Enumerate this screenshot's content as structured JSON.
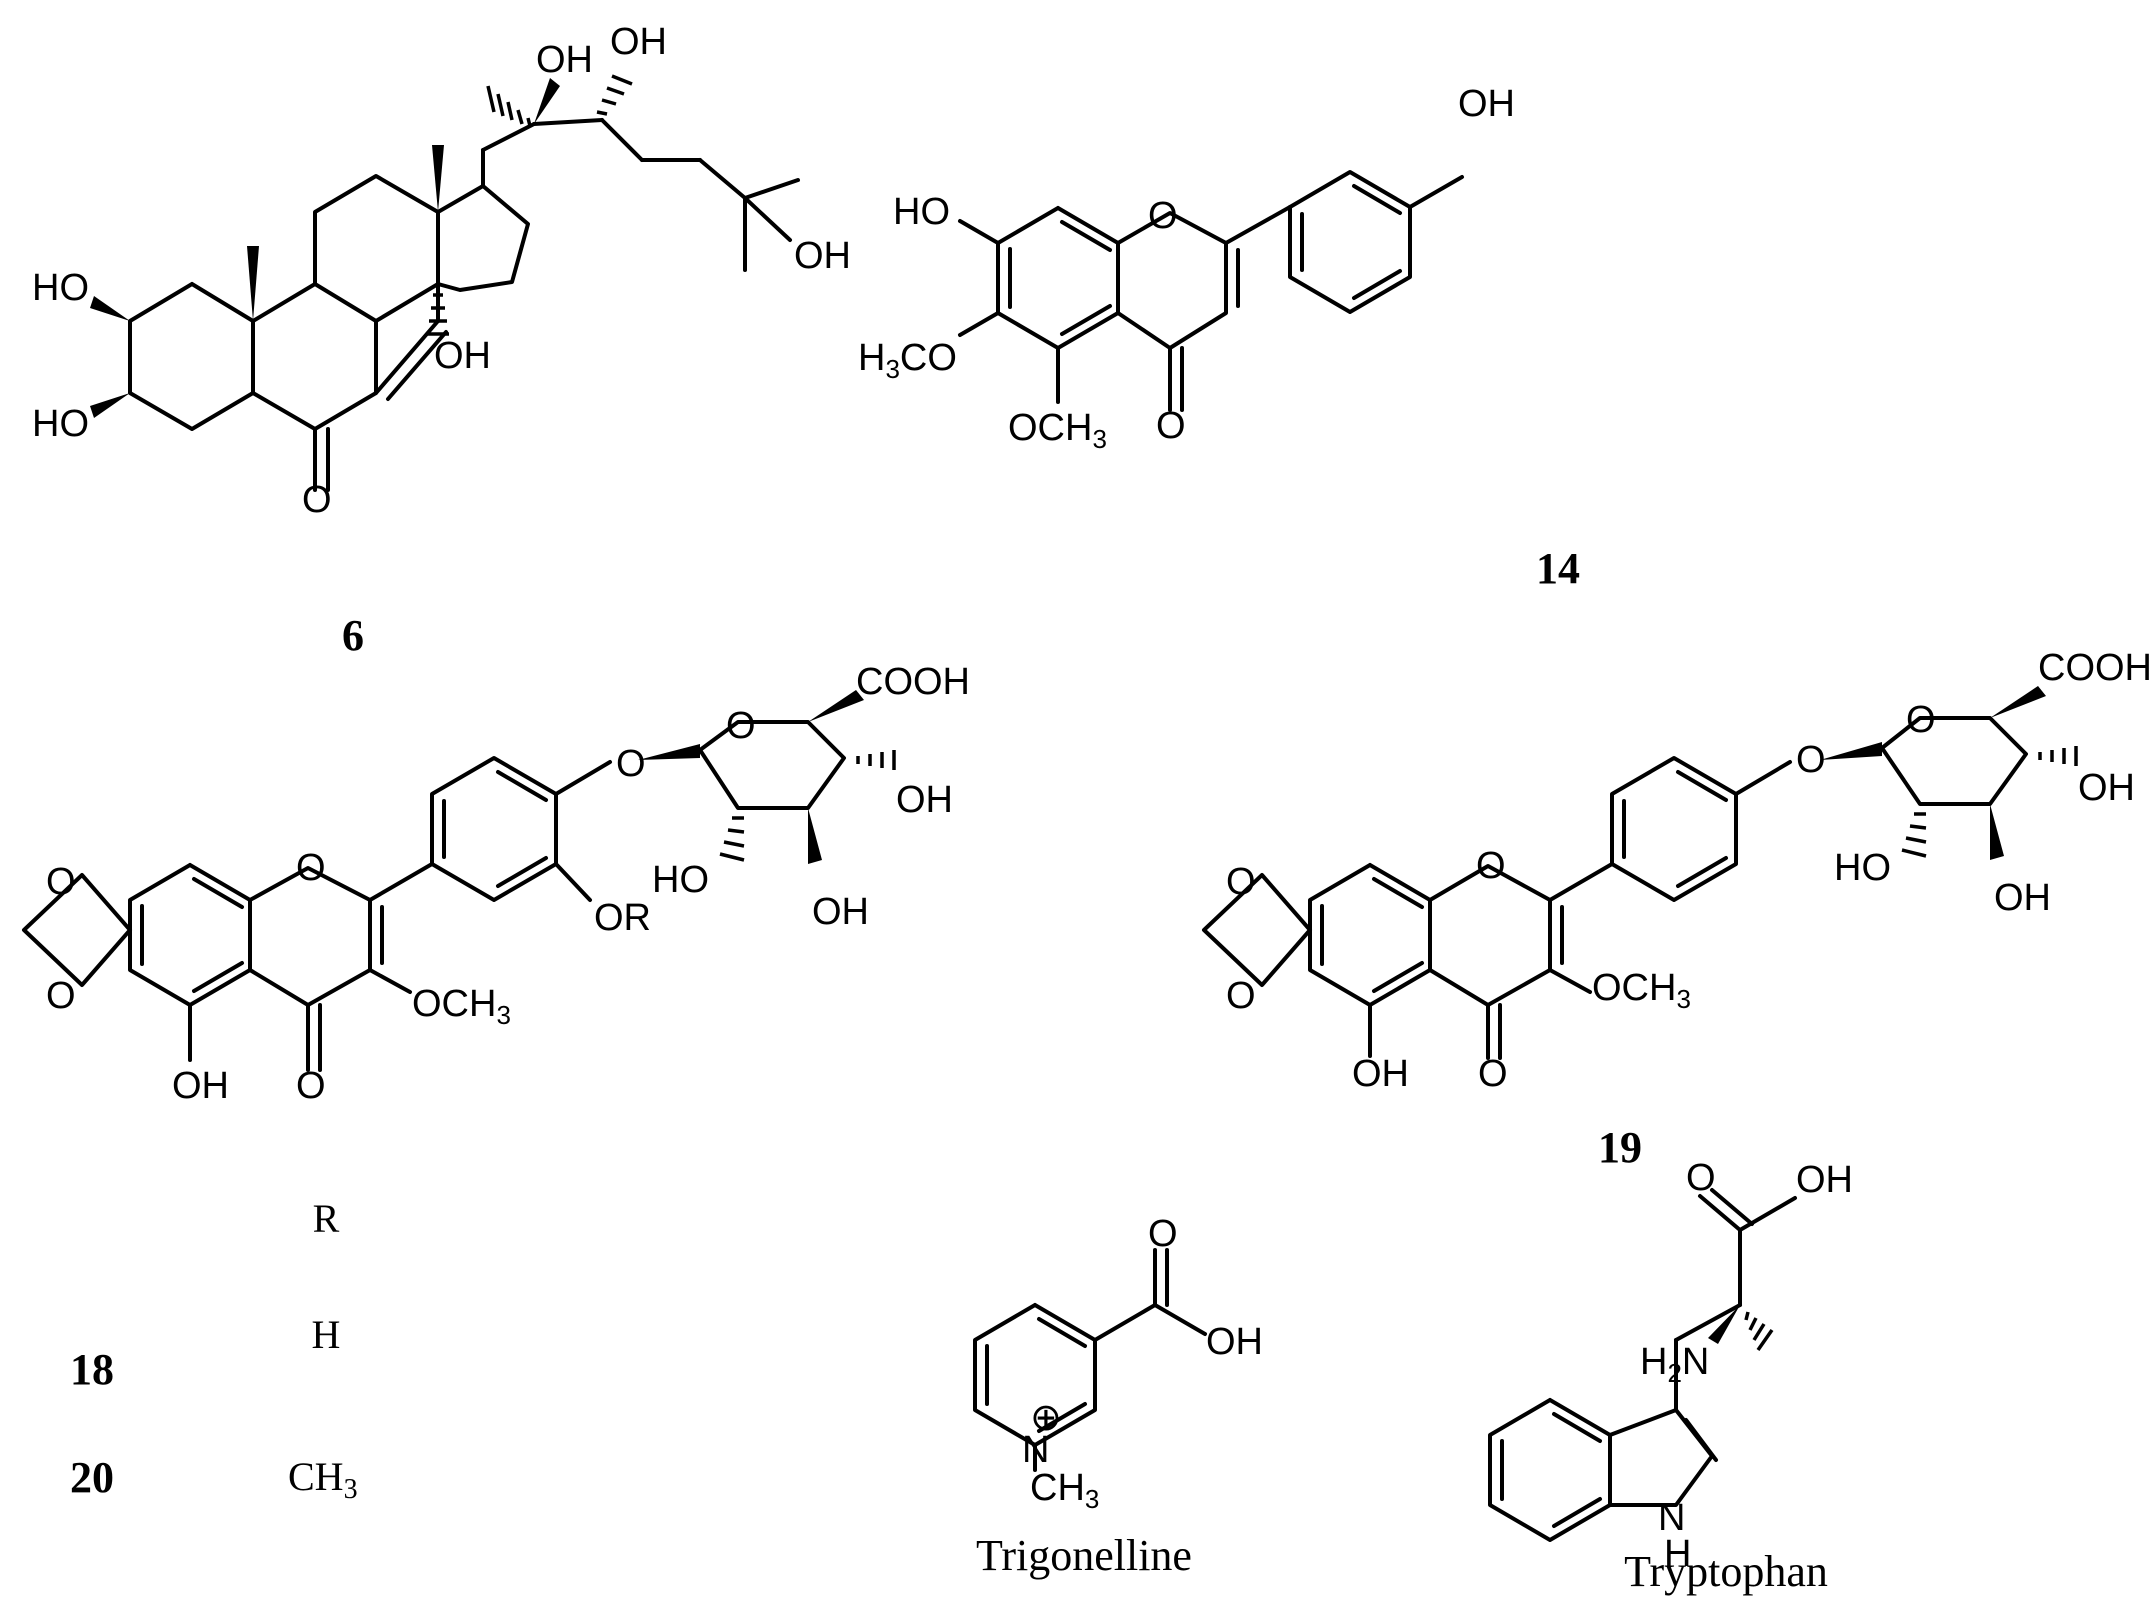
{
  "compounds": {
    "c6": {
      "number": "6"
    },
    "c14": {
      "number": "14"
    },
    "c19": {
      "number": "19"
    },
    "c18": {
      "number": "18"
    },
    "c20": {
      "number": "20"
    },
    "trigonelline": {
      "name": "Trigonelline"
    },
    "tryptophan": {
      "name": "Tryptophan"
    }
  },
  "r_table": {
    "header": "R",
    "rows": [
      {
        "compound": "18",
        "r": "H"
      },
      {
        "compound": "20",
        "r": "CH3"
      }
    ]
  },
  "labels": {
    "OH": "OH",
    "HO": "HO",
    "O": "O",
    "N": "N",
    "H": "H",
    "OR": "OR",
    "COOH": "COOH",
    "OCH3": "OCH3",
    "H3CO": "H3CO",
    "CH3": "CH3",
    "H2N": "H2N",
    "charge": "⊕"
  }
}
